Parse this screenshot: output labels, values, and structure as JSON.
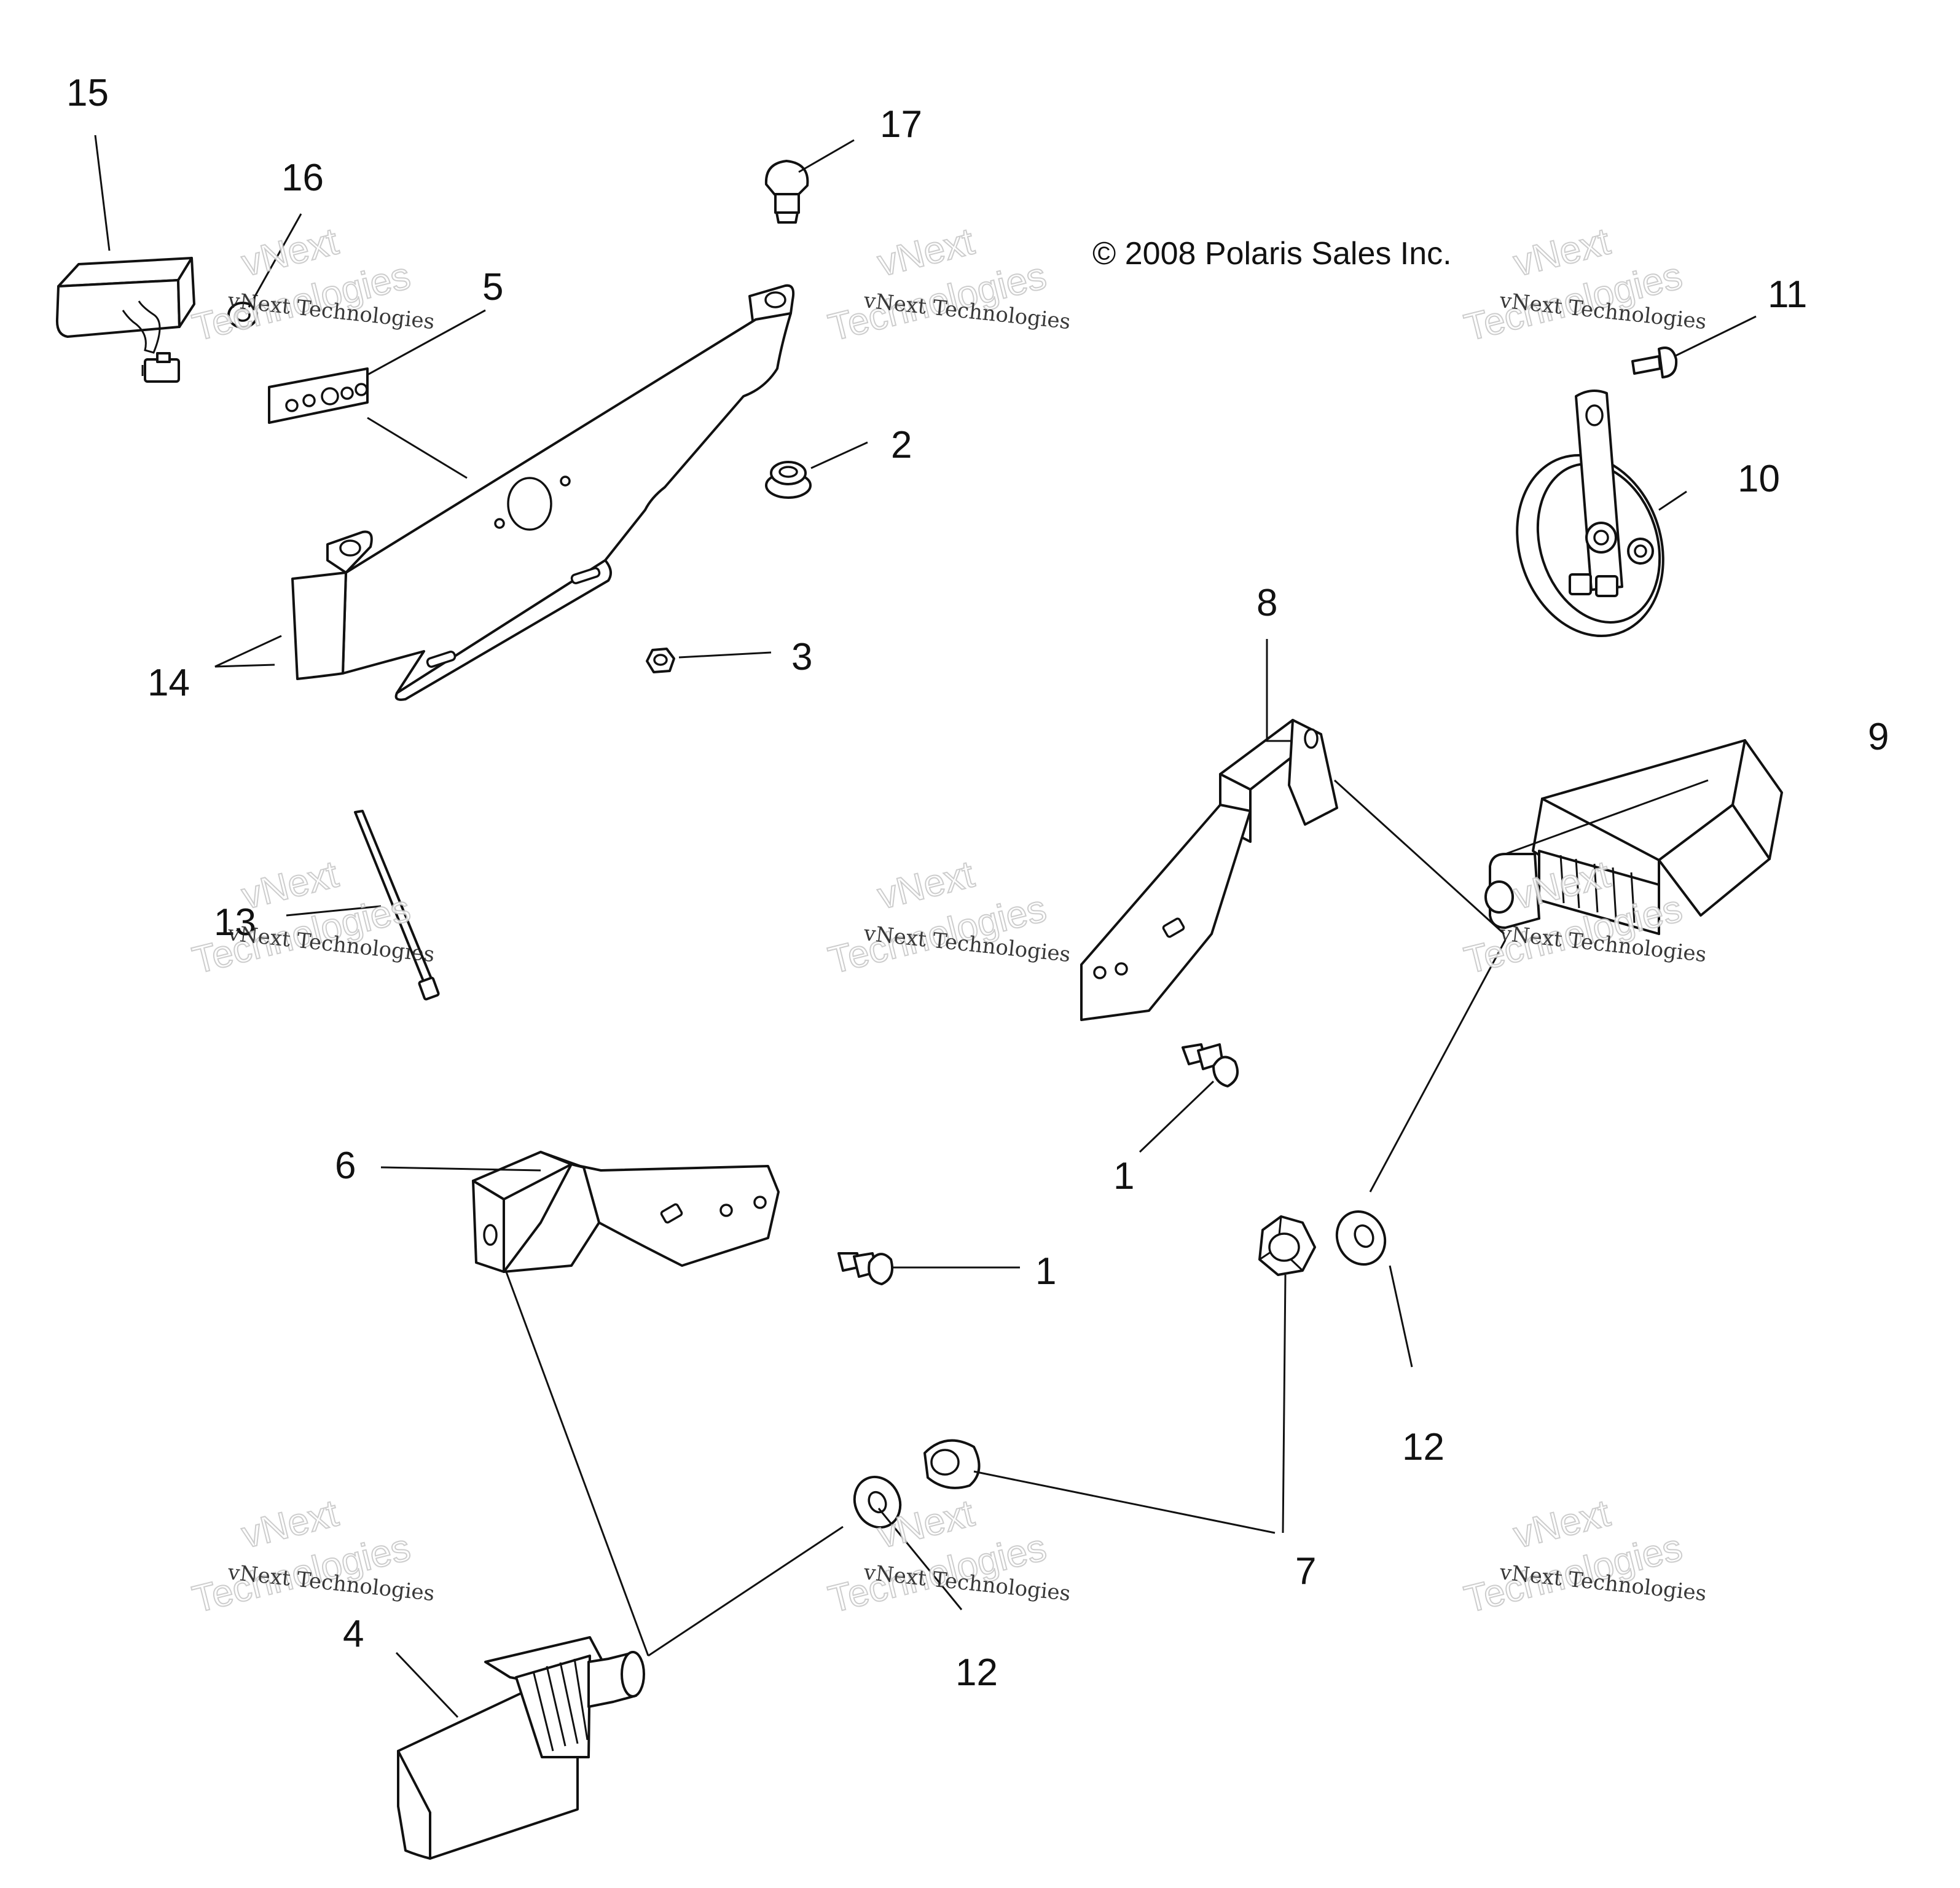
{
  "copyright": "© 2008 Polaris Sales Inc.",
  "watermark": {
    "line1": "vNext Technologies",
    "line2": "vNext",
    "line3": "Technologies"
  },
  "callouts": {
    "c1a": "1",
    "c1b": "1",
    "c2": "2",
    "c3": "3",
    "c4": "4",
    "c5": "5",
    "c6": "6",
    "c7": "7",
    "c8": "8",
    "c9": "9",
    "c10": "10",
    "c11": "11",
    "c12a": "12",
    "c12b": "12",
    "c13": "13",
    "c14": "14",
    "c15": "15",
    "c16": "16",
    "c17": "17"
  },
  "parts": [
    "license-plate-light",
    "grommet",
    "bracket-plate-5",
    "screw-17",
    "nut-2",
    "nut-3",
    "license-bracket-14",
    "cable-tie",
    "horn",
    "screw-11",
    "bracket-8",
    "turn-signal-9",
    "screw-1",
    "bracket-6",
    "washer-12",
    "nut-7",
    "turn-signal-4"
  ]
}
